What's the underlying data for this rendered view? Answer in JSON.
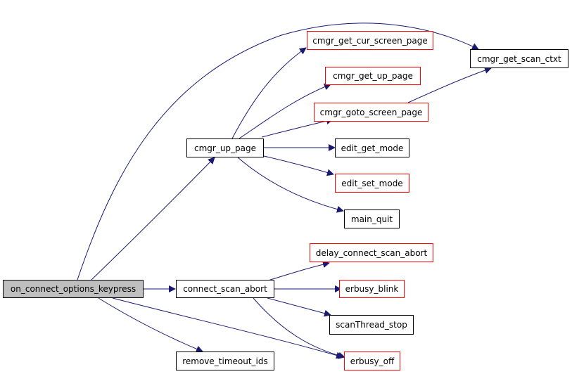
{
  "colors": {
    "edge": "#191970",
    "node_border": "#000000",
    "external_border": "#ff0000",
    "root_fill": "#bfbfbf"
  },
  "nodes": {
    "root": "on_connect_options_keypress",
    "cmgr_up_page": "cmgr_up_page",
    "connect_scan_abort": "connect_scan_abort",
    "remove_timeout_ids": "remove_timeout_ids",
    "cmgr_get_cur_screen_page": "cmgr_get_cur_screen_page",
    "cmgr_get_up_page": "cmgr_get_up_page",
    "cmgr_goto_screen_page": "cmgr_goto_screen_page",
    "edit_get_mode": "edit_get_mode",
    "edit_set_mode": "edit_set_mode",
    "main_quit": "main_quit",
    "cmgr_get_scan_ctxt": "cmgr_get_scan_ctxt",
    "delay_connect_scan_abort": "delay_connect_scan_abort",
    "erbusy_blink": "erbusy_blink",
    "scanThread_stop": "scanThread_stop",
    "erbusy_off": "erbusy_off"
  }
}
